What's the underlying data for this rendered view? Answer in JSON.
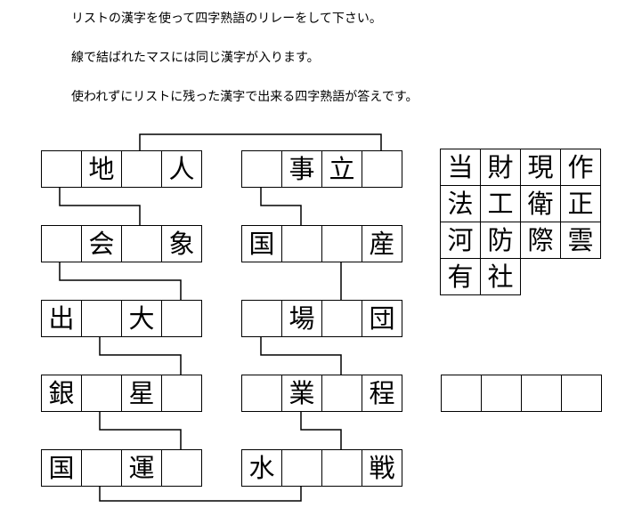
{
  "instructions": [
    "リストの漢字を使って四字熟語のリレーをして下さい。",
    "線で結ばれたマスには同じ漢字が入ります。",
    "使われずにリストに残った漢字で出来る四字熟語が答えです。"
  ],
  "left_column": [
    [
      "",
      "地",
      "",
      "人"
    ],
    [
      "",
      "会",
      "",
      "象"
    ],
    [
      "出",
      "",
      "大",
      ""
    ],
    [
      "銀",
      "",
      "星",
      ""
    ],
    [
      "国",
      "",
      "運",
      ""
    ]
  ],
  "right_column": [
    [
      "",
      "事",
      "立",
      ""
    ],
    [
      "国",
      "",
      "",
      "産"
    ],
    [
      "",
      "場",
      "",
      "団"
    ],
    [
      "",
      "業",
      "",
      "程"
    ],
    [
      "水",
      "",
      "",
      "戦"
    ]
  ],
  "kanji_list": [
    [
      "当",
      "財",
      "現",
      "作"
    ],
    [
      "法",
      "工",
      "衛",
      "正"
    ],
    [
      "河",
      "防",
      "際",
      "雲"
    ],
    [
      "有",
      "社"
    ]
  ],
  "answer_cells": [
    "",
    "",
    "",
    ""
  ]
}
